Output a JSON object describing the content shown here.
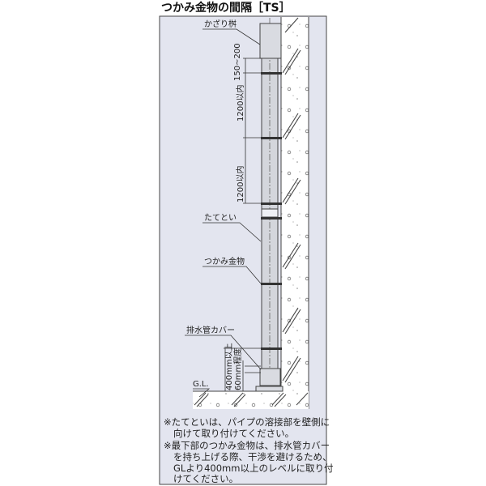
{
  "title": "つかみ金物の間隔［TS］",
  "labels": {
    "kazari_masu": "かざり桝",
    "dim_top": "150~200",
    "dim_mid1": "1200以内",
    "dim_mid2": "1200以内",
    "tatetoi": "たてとい",
    "tsukami": "つかみ金物",
    "cover": "排水管カバー",
    "dim_400": "400mm以上",
    "dim_60": "60mm程度",
    "gl": "G.L."
  },
  "notes": [
    "※たてといは、パイプの溶接部を壁側に",
    "向けて取り付けてください。",
    "※最下部のつかみ金物は、排水管カバー",
    "を持ち上げる際、干渉を避けるため、",
    "GLより400mm以上のレベルに取り付",
    "けてください。"
  ],
  "colors": {
    "background": "#e3e5ef",
    "pipe": "#d4d6dc",
    "wall": "#ffffff",
    "line": "#333333"
  }
}
